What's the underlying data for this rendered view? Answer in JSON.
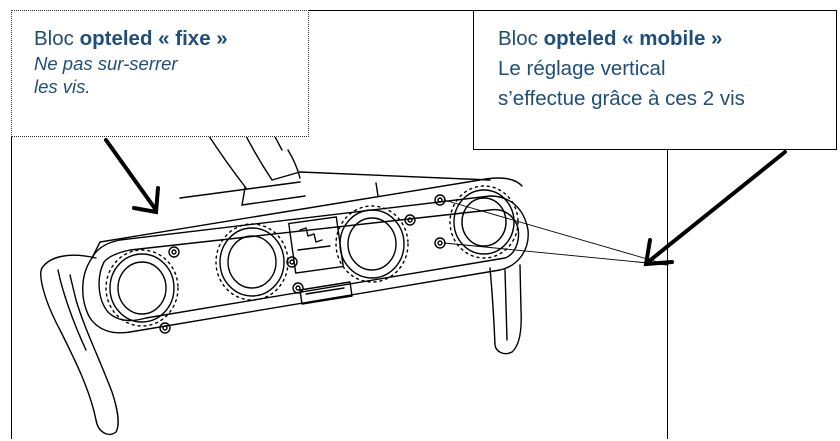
{
  "callout_fixed": {
    "prefix": "Bloc",
    "title": "opteled « fixe »",
    "note_line1": "Ne pas sur-serrer",
    "note_line2": "les vis."
  },
  "callout_mobile": {
    "prefix": "Bloc",
    "title": "opteled « mobile »",
    "line2": "Le réglage vertical",
    "line3": "s’effectue grâce à ces 2 vis"
  },
  "colors": {
    "callout_text": "#1f4e79",
    "drawing": "#000000"
  }
}
